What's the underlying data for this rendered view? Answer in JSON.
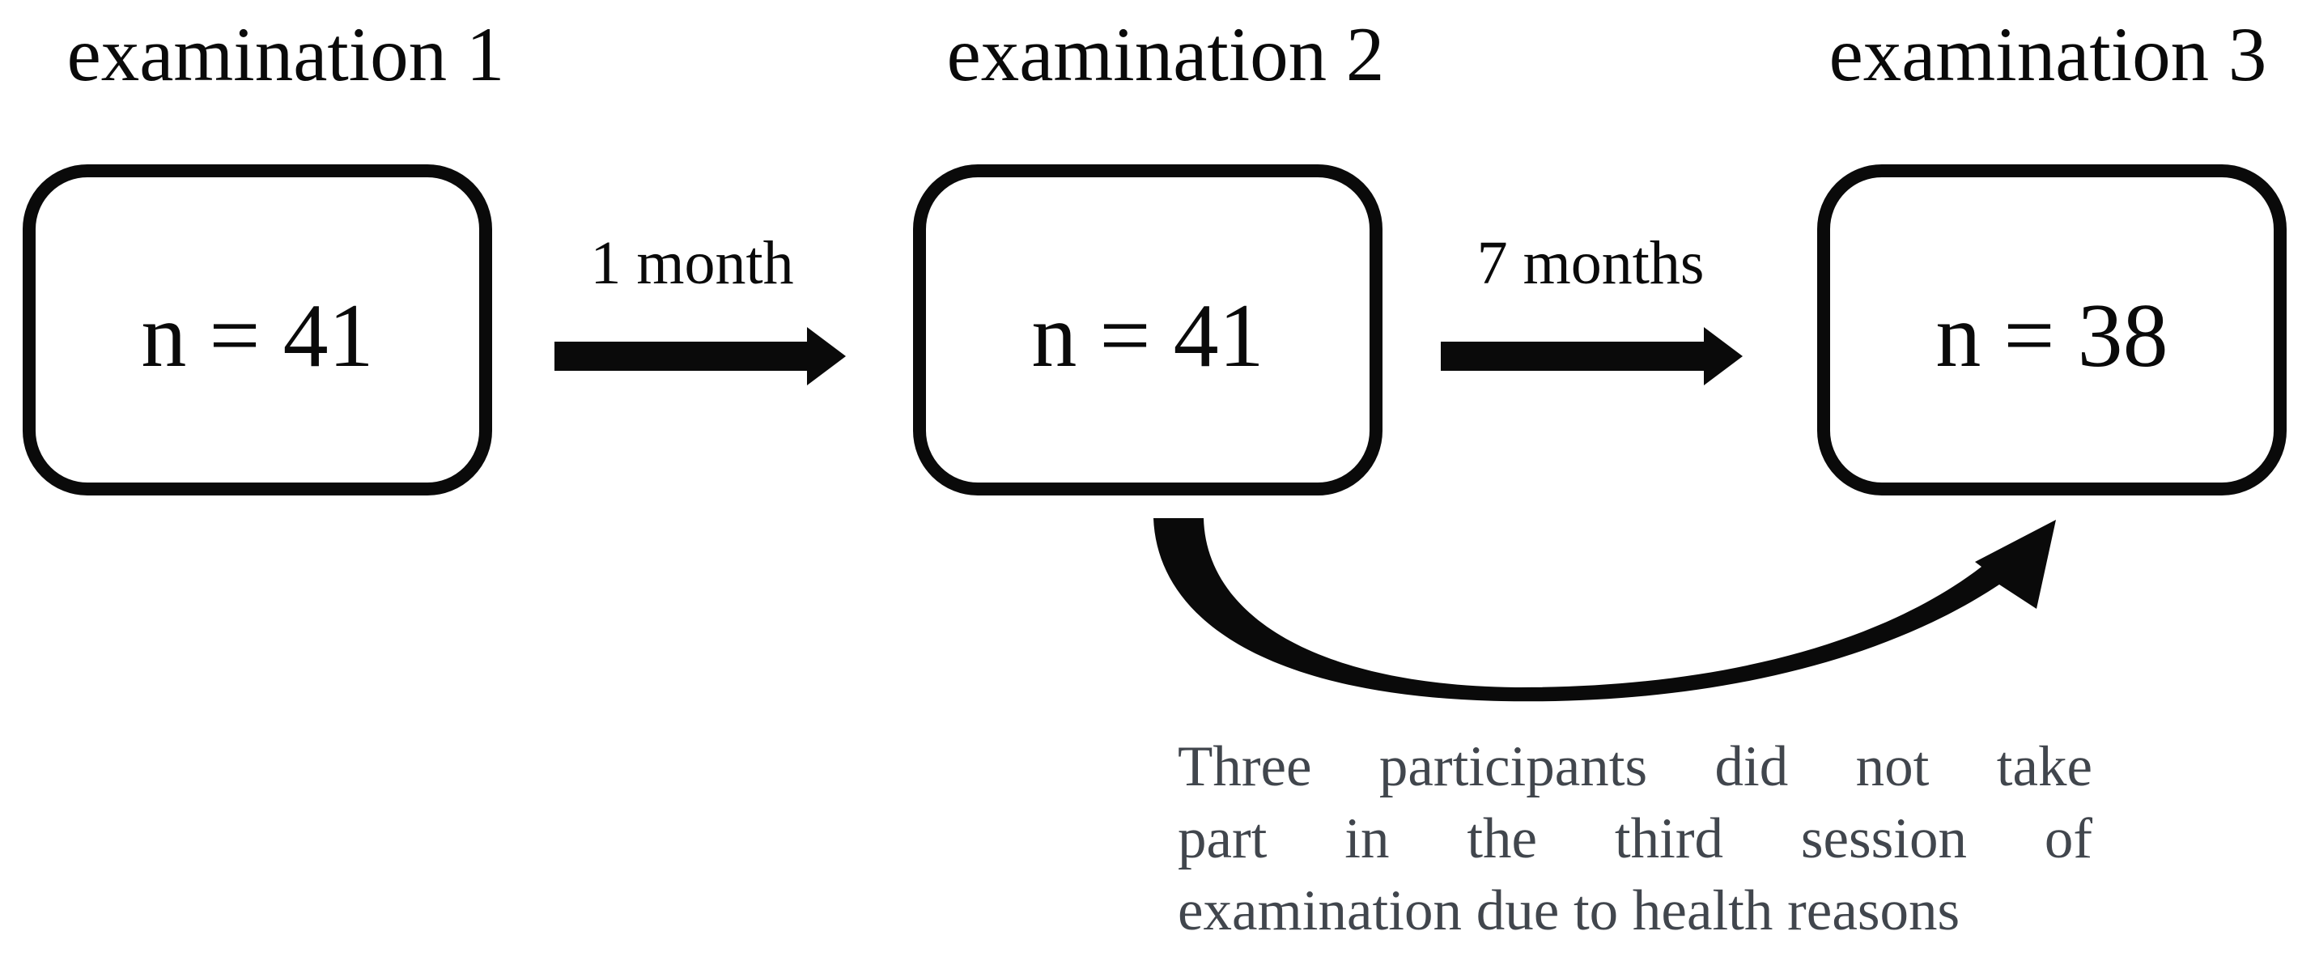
{
  "figure": {
    "stages": [
      {
        "heading": "examination 1",
        "value": "n = 41"
      },
      {
        "heading": "examination 2",
        "value": "n = 41"
      },
      {
        "heading": "examination 3",
        "value": "n = 38"
      }
    ],
    "transitions": [
      {
        "label": "1 month"
      },
      {
        "label": "7 months"
      }
    ],
    "note_lines": [
      "Three participants did not take",
      "part in the third session of",
      "examination due to health reasons"
    ],
    "colors": {
      "ink": "#0a0a0a",
      "note_text": "#41464d",
      "background": "#ffffff"
    }
  }
}
